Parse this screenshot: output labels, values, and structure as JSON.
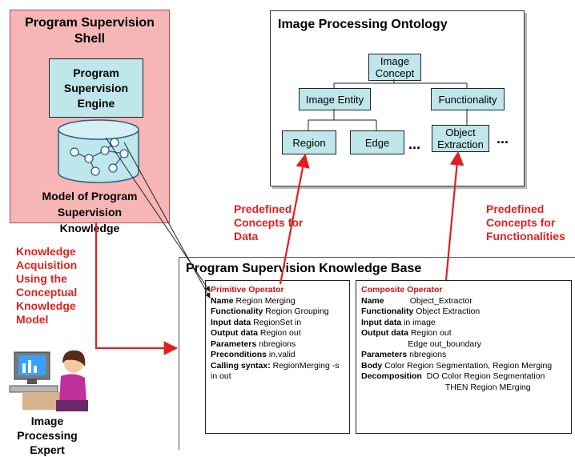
{
  "shell": {
    "title": "Program Supervision\nShell",
    "engine": "Program\nSupervision\nEngine",
    "model_label": "Model of Program\nSupervision\nKnowledge"
  },
  "ontology": {
    "title": "Image Processing Ontology",
    "nodes": {
      "image_concept": "Image\nConcept",
      "image_entity": "Image Entity",
      "functionality": "Functionality",
      "region": "Region",
      "edge": "Edge",
      "object_extraction": "Object\nExtraction"
    },
    "ellipsis": "..."
  },
  "labels": {
    "predefined_data": "Predefined\nConcepts for\nData",
    "predefined_func": "Predefined\nConcepts for\nFunctionalities",
    "knowledge_acq": "Knowledge\nAcquisition\nUsing the\nConceptual\nKnowledge\nModel",
    "expert": "Image Processing\nExpert"
  },
  "kb": {
    "title": "Program Supervision Knowledge Base",
    "primitive": {
      "header": "Primitive Operator",
      "name_key": "Name",
      "name_val": " Region Merging",
      "func_key": "Functionality",
      "func_val": " Region Grouping",
      "input_key": "Input data",
      "input_val": " RegionSet in",
      "output_key": "Output data",
      "output_val": " Region out",
      "params_key": "Parameters",
      "params_val": " nbregions",
      "precond_key": "Preconditions",
      "precond_val": " in.valid",
      "syntax_key": "Calling syntax:",
      "syntax_val": " RegionMerging -s",
      "syntax_val2": "in out"
    },
    "composite": {
      "header": "Composite Operator",
      "name_key": "Name",
      "name_val": "           Object_Extractor",
      "func_key": "Functionality",
      "func_val": " Object Extraction",
      "input_key": "Input data",
      "input_val": " in image",
      "output_key": "Output data",
      "output_val": " Region out",
      "output_val2": "                    Edge out_boundary",
      "params_key": "Parameters",
      "params_val": " nbregions",
      "body_key": "Body",
      "body_val": " Color Region Segmentation, Region Merging",
      "decomp_key": "Decomposition",
      "decomp_val": "  DO Color Region Segmentation",
      "decomp_val2": "                                    THEN Region MErging"
    }
  }
}
